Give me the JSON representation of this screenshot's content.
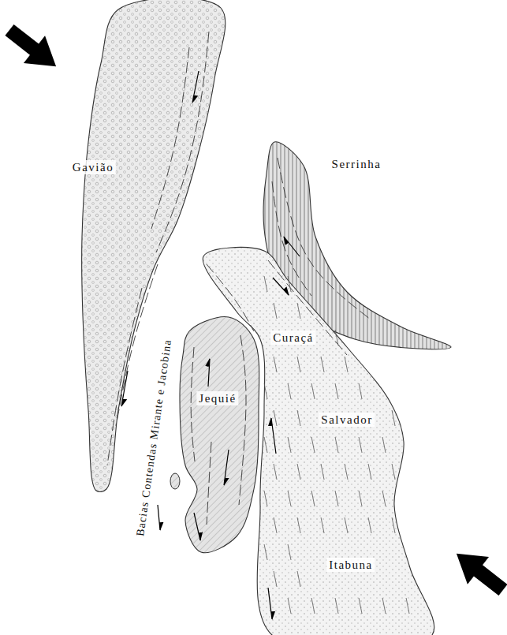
{
  "diagram": {
    "nodes": [
      {
        "text": [
          "Gavião"
        ]
      },
      {
        "text": [
          "Serrinha"
        ]
      },
      {
        "text": [
          "Curaçá",
          "Salvador",
          "Itabuna"
        ]
      },
      {
        "text": [
          "Jequié"
        ]
      }
    ],
    "labels": [
      "Bacias Contendas Mirante e Jacobina"
    ]
  }
}
